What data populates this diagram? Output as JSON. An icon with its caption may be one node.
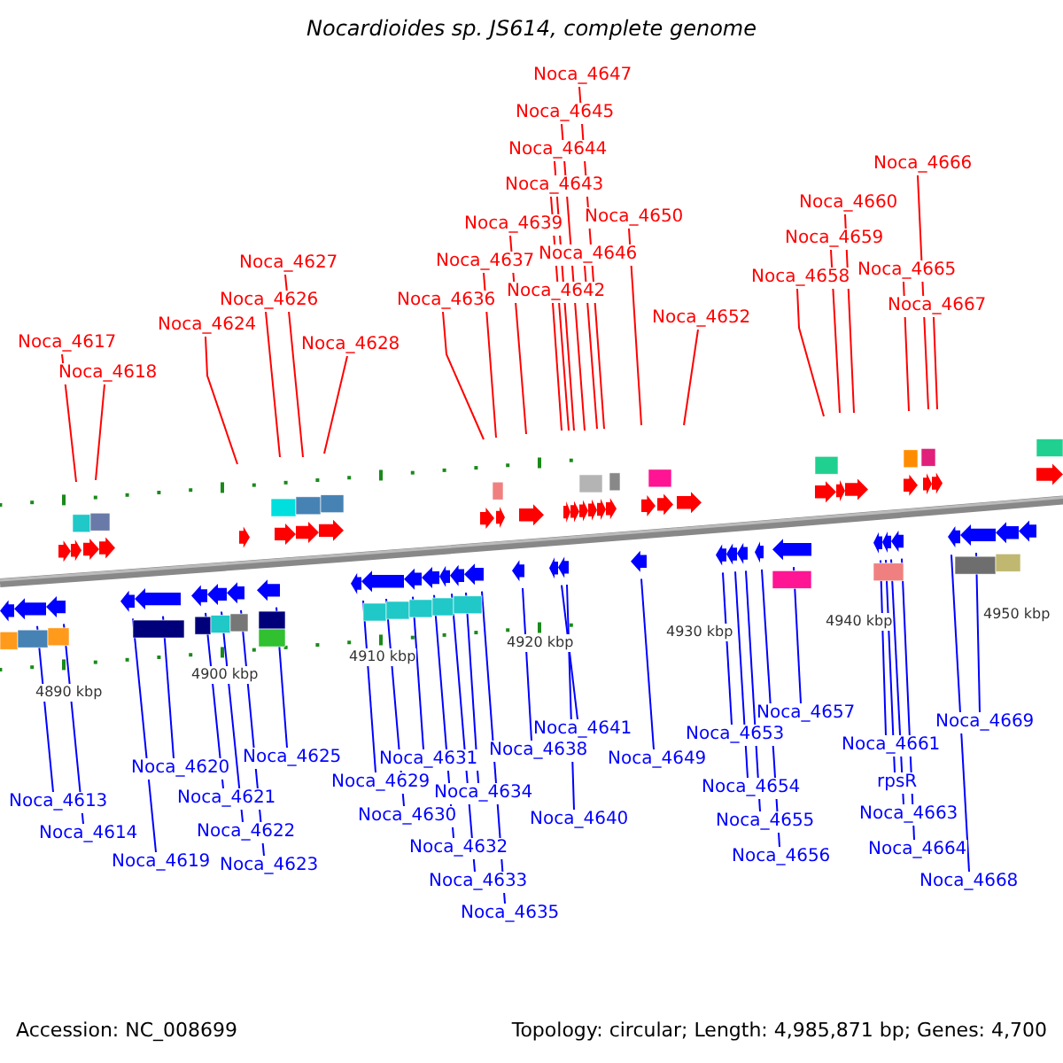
{
  "diagram": {
    "title": "Nocardioides sp. JS614, complete genome",
    "nodes": [
      {
        "text": [
          "Noca_4617"
        ]
      },
      {
        "text": [
          "Noca_4618"
        ]
      },
      {
        "text": [
          "Noca_4624"
        ]
      },
      {
        "text": [
          "Noca_4626"
        ]
      },
      {
        "text": [
          "Noca_4627"
        ]
      },
      {
        "text": [
          "Noca_4628"
        ]
      },
      {
        "text": [
          "Noca_4636"
        ]
      },
      {
        "text": [
          "Noca_4637"
        ]
      },
      {
        "text": [
          "Noca_4639"
        ]
      },
      {
        "text": [
          "Noca_4642"
        ]
      },
      {
        "text": [
          "Noca_4643"
        ]
      },
      {
        "text": [
          "Noca_4644"
        ]
      },
      {
        "text": [
          "Noca_4645"
        ]
      },
      {
        "text": [
          "Noca_4646"
        ]
      },
      {
        "text": [
          "Noca_4647"
        ]
      },
      {
        "text": [
          "Noca_4650"
        ]
      },
      {
        "text": [
          "Noca_4652"
        ]
      },
      {
        "text": [
          "Noca_4658"
        ]
      },
      {
        "text": [
          "Noca_4659"
        ]
      },
      {
        "text": [
          "Noca_4660"
        ]
      },
      {
        "text": [
          "Noca_4665"
        ]
      },
      {
        "text": [
          "Noca_4666"
        ]
      },
      {
        "text": [
          "Noca_4667"
        ]
      },
      {
        "text": [
          "Noca_4613"
        ]
      },
      {
        "text": [
          "Noca_4614"
        ]
      },
      {
        "text": [
          "Noca_4619"
        ]
      },
      {
        "text": [
          "Noca_4620"
        ]
      },
      {
        "text": [
          "Noca_4621"
        ]
      },
      {
        "text": [
          "Noca_4622"
        ]
      },
      {
        "text": [
          "Noca_4623"
        ]
      },
      {
        "text": [
          "Noca_4625"
        ]
      },
      {
        "text": [
          "Noca_4629"
        ]
      },
      {
        "text": [
          "Noca_4630"
        ]
      },
      {
        "text": [
          "Noca_4631"
        ]
      },
      {
        "text": [
          "Noca_4632"
        ]
      },
      {
        "text": [
          "Noca_4633"
        ]
      },
      {
        "text": [
          "Noca_4634"
        ]
      },
      {
        "text": [
          "Noca_4635"
        ]
      },
      {
        "text": [
          "Noca_4638"
        ]
      },
      {
        "text": [
          "Noca_4641"
        ]
      },
      {
        "text": [
          "Noca_4640"
        ]
      },
      {
        "text": [
          "Noca_4649"
        ]
      },
      {
        "text": [
          "Noca_4653"
        ]
      },
      {
        "text": [
          "Noca_4654"
        ]
      },
      {
        "text": [
          "Noca_4655"
        ]
      },
      {
        "text": [
          "Noca_4656"
        ]
      },
      {
        "text": [
          "Noca_4657"
        ]
      },
      {
        "text": [
          "Noca_4661"
        ]
      },
      {
        "text": [
          "rpsR"
        ]
      },
      {
        "text": [
          "Noca_4663"
        ]
      },
      {
        "text": [
          "Noca_4664"
        ]
      },
      {
        "text": [
          "Noca_4668"
        ]
      },
      {
        "text": [
          "Noca_4669"
        ]
      }
    ],
    "edges": [
      {
        "from": 0,
        "to": null,
        "arrow": "none",
        "color": "#ff0000"
      },
      {
        "from": 1,
        "to": null,
        "arrow": "none",
        "color": "#ff0000"
      },
      {
        "from": 2,
        "to": null,
        "arrow": "none",
        "color": "#ff0000"
      },
      {
        "from": 3,
        "to": null,
        "arrow": "none",
        "color": "#ff0000"
      },
      {
        "from": 4,
        "to": null,
        "arrow": "none",
        "color": "#ff0000"
      },
      {
        "from": 5,
        "to": null,
        "arrow": "none",
        "color": "#ff0000"
      },
      {
        "from": 6,
        "to": null,
        "arrow": "none",
        "color": "#ff0000"
      },
      {
        "from": 7,
        "to": null,
        "arrow": "none",
        "color": "#ff0000"
      },
      {
        "from": 8,
        "to": null,
        "arrow": "none",
        "color": "#ff0000"
      },
      {
        "from": 9,
        "to": null,
        "arrow": "none",
        "color": "#ff0000"
      },
      {
        "from": 10,
        "to": null,
        "arrow": "none",
        "color": "#ff0000"
      },
      {
        "from": 11,
        "to": null,
        "arrow": "none",
        "color": "#ff0000"
      },
      {
        "from": 12,
        "to": null,
        "arrow": "none",
        "color": "#ff0000"
      },
      {
        "from": 13,
        "to": null,
        "arrow": "none",
        "color": "#ff0000"
      },
      {
        "from": 14,
        "to": null,
        "arrow": "none",
        "color": "#ff0000"
      },
      {
        "from": 15,
        "to": null,
        "arrow": "none",
        "color": "#ff0000"
      },
      {
        "from": 16,
        "to": null,
        "arrow": "none",
        "color": "#ff0000"
      },
      {
        "from": 17,
        "to": null,
        "arrow": "none",
        "color": "#ff0000"
      },
      {
        "from": 18,
        "to": null,
        "arrow": "none",
        "color": "#ff0000"
      },
      {
        "from": 19,
        "to": null,
        "arrow": "none",
        "color": "#ff0000"
      },
      {
        "from": 20,
        "to": null,
        "arrow": "none",
        "color": "#ff0000"
      },
      {
        "from": 21,
        "to": null,
        "arrow": "none",
        "color": "#ff0000"
      },
      {
        "from": 22,
        "to": null,
        "arrow": "none",
        "color": "#ff0000"
      },
      {
        "from": 23,
        "to": null,
        "arrow": "none"
      },
      {
        "from": 24,
        "to": null,
        "arrow": "none"
      },
      {
        "from": 25,
        "to": null,
        "arrow": "none"
      },
      {
        "from": 26,
        "to": null,
        "arrow": "none"
      },
      {
        "from": 27,
        "to": null,
        "arrow": "none"
      },
      {
        "from": 28,
        "to": null,
        "arrow": "none"
      },
      {
        "from": 29,
        "to": null,
        "arrow": "none"
      },
      {
        "from": 30,
        "to": null,
        "arrow": "none"
      },
      {
        "from": 31,
        "to": null,
        "arrow": "none"
      },
      {
        "from": 32,
        "to": null,
        "arrow": "none"
      },
      {
        "from": 33,
        "to": null,
        "arrow": "none"
      },
      {
        "from": 34,
        "to": null,
        "arrow": "none"
      },
      {
        "from": 35,
        "to": null,
        "arrow": "none"
      },
      {
        "from": 36,
        "to": null,
        "arrow": "none"
      },
      {
        "from": 37,
        "to": null,
        "arrow": "none"
      },
      {
        "from": 38,
        "to": null,
        "arrow": "none"
      },
      {
        "from": 39,
        "to": null,
        "arrow": "none"
      },
      {
        "from": 40,
        "to": null,
        "arrow": "none"
      },
      {
        "from": 41,
        "to": null,
        "arrow": "none"
      },
      {
        "from": 42,
        "to": null,
        "arrow": "none"
      },
      {
        "from": 43,
        "to": null,
        "arrow": "none"
      },
      {
        "from": 44,
        "to": null,
        "arrow": "none"
      },
      {
        "from": 45,
        "to": null,
        "arrow": "none"
      },
      {
        "from": 46,
        "to": null,
        "arrow": "none"
      },
      {
        "from": 47,
        "to": null,
        "arrow": "none"
      },
      {
        "from": 48,
        "to": null,
        "arrow": "none"
      },
      {
        "from": 49,
        "to": null,
        "arrow": "none"
      },
      {
        "from": 50,
        "to": null,
        "arrow": "none"
      },
      {
        "from": 51,
        "to": null,
        "arrow": "none"
      },
      {
        "from": 52,
        "to": null,
        "arrow": "none"
      }
    ],
    "labels": [
      "4890 kbp",
      "4900 kbp",
      "4910 kbp",
      "4920 kbp",
      "4930 kbp",
      "4940 kbp",
      "4950 kbp",
      "Accession: NC_008699",
      "Topology: circular; Length: 4,985,871 bp; Genes: 4,700"
    ]
  }
}
